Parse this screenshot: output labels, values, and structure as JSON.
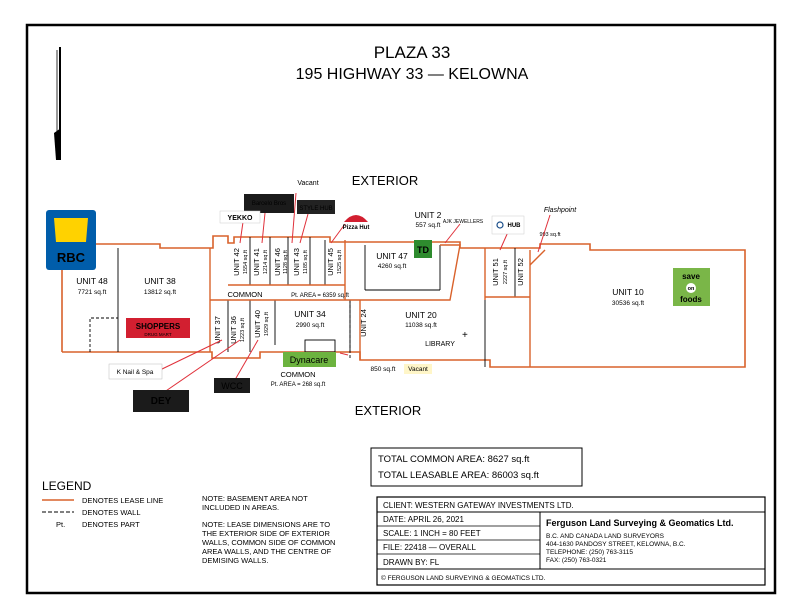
{
  "title": {
    "line1": "PLAZA 33",
    "line2": "195 HIGHWAY 33 — KELOWNA"
  },
  "exterior_top": "EXTERIOR",
  "exterior_bottom": "EXTERIOR",
  "units": [
    {
      "name": "UNIT 48",
      "area": "7721 sq.ft"
    },
    {
      "name": "UNIT 38",
      "area": "13812 sq.ft"
    },
    {
      "name": "UNIT 42",
      "area": "1554 sq.ft"
    },
    {
      "name": "UNIT 41",
      "area": "1214 sq.ft"
    },
    {
      "name": "UNIT 46",
      "area": "1128 sq.ft"
    },
    {
      "name": "UNIT 43",
      "area": "1185 sq.ft"
    },
    {
      "name": "UNIT 45",
      "area": "1525 sq.ft"
    },
    {
      "name": "UNIT 47",
      "area": "4260 sq.ft"
    },
    {
      "name": "UNIT 2",
      "area": "557 sq.ft"
    },
    {
      "name": "UNIT 51",
      "area": "2227 sq.ft"
    },
    {
      "name": "UNIT 52",
      "area": "993 sq.ft"
    },
    {
      "name": "UNIT 10",
      "area": "30536 sq.ft"
    },
    {
      "name": "UNIT 20",
      "area": "11038 sq.ft"
    },
    {
      "name": "UNIT 37",
      "area": ""
    },
    {
      "name": "UNIT 36",
      "area": "1223 sq.ft"
    },
    {
      "name": "UNIT 40",
      "area": "1929 sq.ft"
    },
    {
      "name": "UNIT 34",
      "area": "2990 sq.ft"
    },
    {
      "name": "UNIT 24",
      "area": ""
    }
  ],
  "common_areas": [
    {
      "label": "COMMON",
      "note": "Pt. AREA = 6359 sq.ft"
    },
    {
      "label": "COMMON",
      "note": "Pt. AREA = 268 sq.ft"
    }
  ],
  "vacant_top": "Vacant",
  "vacant_bottom": {
    "area": "850 sq.ft",
    "label": "Vacant"
  },
  "library": "LIBRARY",
  "tenants": {
    "rbc": "RBC",
    "shoppers": "SHOPPERS",
    "shoppers_sub": "DRUG MART",
    "td": "TD",
    "save_on": [
      "save",
      "on",
      "foods"
    ],
    "dynacare": "Dynacare",
    "hub": "HUB",
    "pizza_hut": "Pizza Hut",
    "style_hub": "STYLE HUB",
    "knail": "K Nail & Spa",
    "ajk": "AJK JEWELLERS",
    "flashpoint": "Flashpoint",
    "barcelo": "Barcelo Bros",
    "yekko": "YEKKO",
    "wcc": "WCC",
    "dey": "DEY"
  },
  "totals": {
    "common": "TOTAL COMMON AREA: 8627 sq.ft",
    "leasable": "TOTAL LEASABLE AREA: 86003 sq.ft"
  },
  "legend": {
    "title": "LEGEND",
    "items": [
      {
        "symbol": "",
        "text": "DENOTES LEASE LINE"
      },
      {
        "symbol": "",
        "text": "DENOTES WALL"
      },
      {
        "symbol": "Pt.",
        "text": "DENOTES PART"
      }
    ]
  },
  "notes": [
    "NOTE: BASEMENT AREA NOT",
    "INCLUDED IN AREAS.",
    "NOTE: LEASE DIMENSIONS ARE TO",
    "THE EXTERIOR SIDE OF EXTERIOR",
    "WALLS, COMMON SIDE OF COMMON",
    "AREA WALLS, AND THE CENTRE OF",
    "DEMISING WALLS."
  ],
  "title_block": {
    "client": "CLIENT: WESTERN GATEWAY INVESTMENTS LTD.",
    "date": "DATE: APRIL 26, 2021",
    "scale": "SCALE: 1 INCH = 80 FEET",
    "file": "FILE: 22418 — OVERALL",
    "drawn": "DRAWN BY: FL",
    "company": "Ferguson Land Surveying & Geomatics Ltd.",
    "company_lines": [
      "B.C. AND CANADA LAND SURVEYORS",
      "404-1630 PANDOSY STREET, KELOWNA, B.C.",
      "TELEPHONE: (250) 763-3115",
      "FAX: (250) 763-0321"
    ],
    "copyright": "© FERGUSON LAND SURVEYING & GEOMATICS LTD."
  },
  "colors": {
    "lease_line": "#d9622b",
    "label_arrow": "#e0303a",
    "rbc_blue": "#005daa",
    "rbc_yellow": "#ffd200",
    "shoppers_red": "#d21f30",
    "td_green": "#2e8b2e",
    "save_on_green": "#7ab648",
    "dynacare_green": "#6cb33f"
  }
}
